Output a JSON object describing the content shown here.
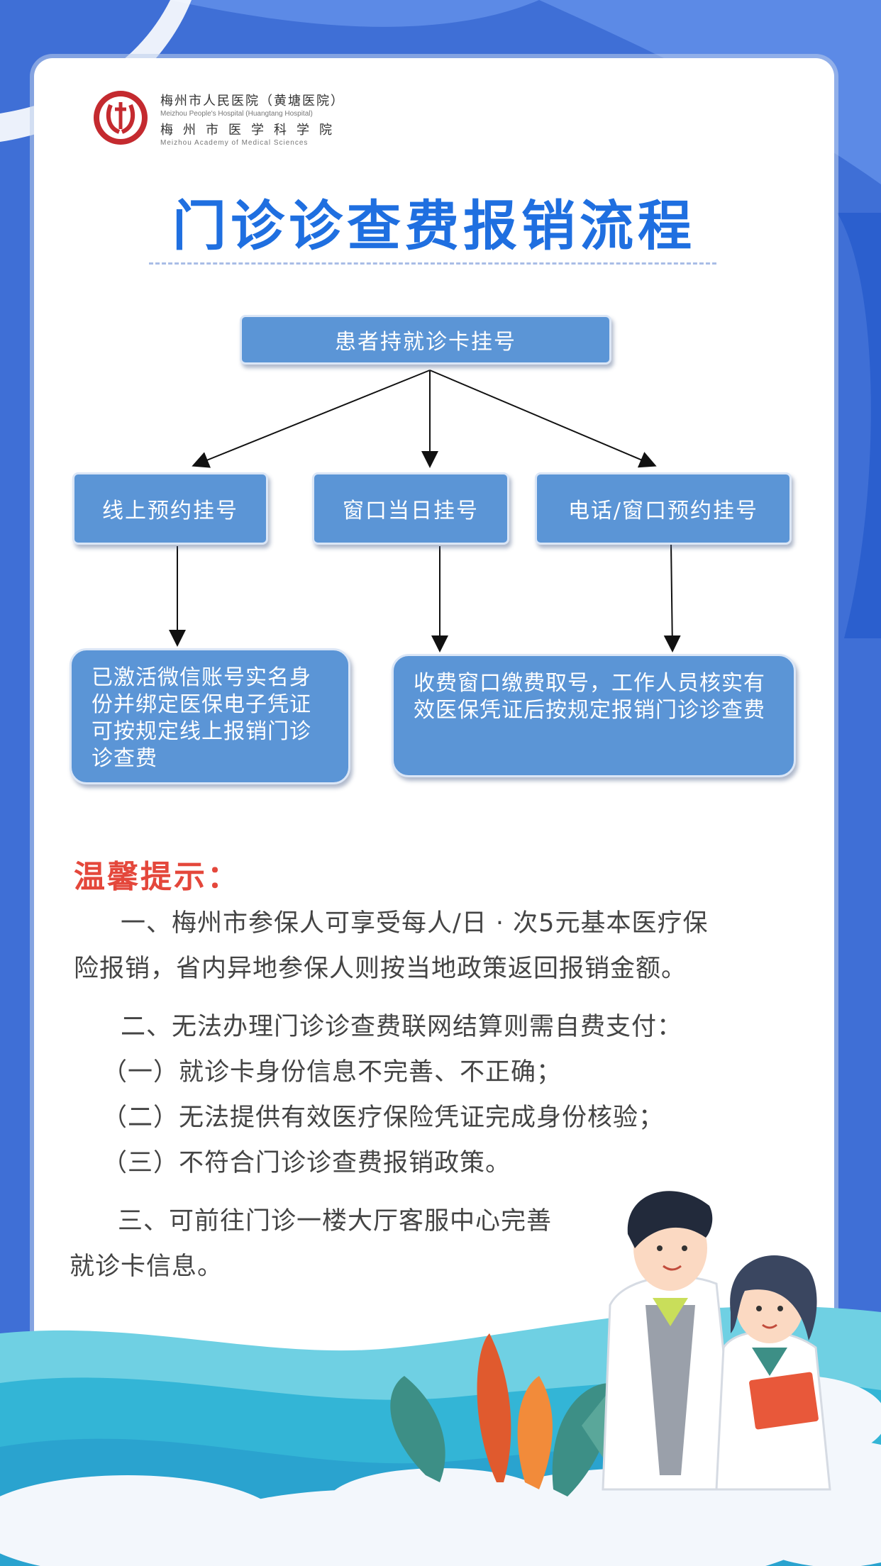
{
  "hospital": {
    "name_line1": "梅州市人民医院（黄塘医院）",
    "name_line1_en": "Meizhou People's Hospital (Huangtang Hospital)",
    "name_line2": "梅州市医学科学院",
    "name_line2_en": "Meizhou Academy of Medical Sciences"
  },
  "title": "门诊诊查费报销流程",
  "flow": {
    "root": "患者持就诊卡挂号",
    "branch_online": "线上预约挂号",
    "branch_window": "窗口当日挂号",
    "branch_phone": "电话/窗口预约挂号",
    "result_online": "已激活微信账号实名身份并绑定医保电子凭证可按规定线上报销门诊诊查费",
    "result_window": "收费窗口缴费取号，工作人员核实有效医保凭证后按规定报销门诊诊查费"
  },
  "tips": {
    "heading": "温馨提示：",
    "item1_line1": "一、梅州市参保人可享受每人/日 · 次5元基本医疗保",
    "item1_line2": "险报销，省内异地参保人则按当地政策返回报销金额。",
    "item2": "二、无法办理门诊诊查费联网结算则需自费支付：",
    "item2_a": "（一）就诊卡身份信息不完善、不正确；",
    "item2_b": "（二）无法提供有效医疗保险凭证完成身份核验；",
    "item2_c": "（三）不符合门诊诊查费报销政策。",
    "item3_line1": "三、可前往门诊一楼大厅客服中心完善",
    "item3_line2": "就诊卡信息。"
  },
  "colors": {
    "background": "#3f6fd6",
    "title": "#1f6fe0",
    "node": "#5b95d6",
    "tips_heading": "#e4473b"
  }
}
